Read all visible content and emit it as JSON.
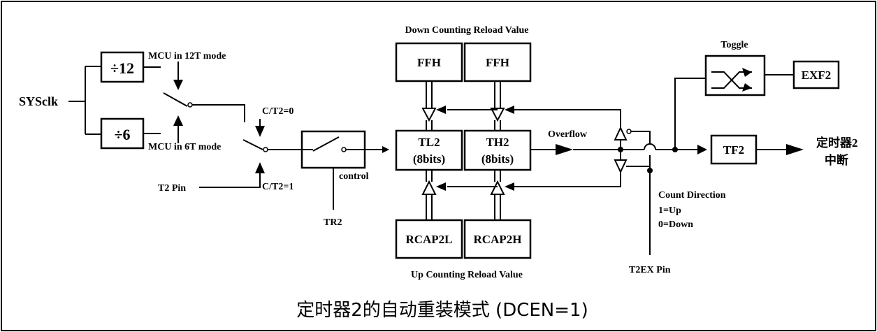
{
  "inputs": {
    "sysclk": "SYSclk",
    "t2_pin": "T2 Pin",
    "tr2": "TR2",
    "t2ex_pin": "T2EX Pin"
  },
  "dividers": {
    "div12": "÷12",
    "div6": "÷6"
  },
  "mode_labels": {
    "mode_12t": "MCU in 12T mode",
    "mode_6t": "MCU in 6T mode"
  },
  "select_labels": {
    "ct2_0": "C/T2=0",
    "ct2_1": "C/T2=1",
    "control": "control"
  },
  "reload": {
    "down_title": "Down Counting Reload Value",
    "up_title": "Up Counting Reload Value",
    "ffh_low": "FFH",
    "ffh_high": "FFH",
    "rcap2l": "RCAP2L",
    "rcap2h": "RCAP2H"
  },
  "registers": {
    "tl2_name": "TL2",
    "tl2_bits": "(8bits)",
    "th2_name": "TH2",
    "th2_bits": "(8bits)"
  },
  "outputs": {
    "overflow": "Overflow",
    "toggle": "Toggle",
    "exf2": "EXF2",
    "tf2": "TF2",
    "interrupt_line1": "定时器2",
    "interrupt_line2": "中断"
  },
  "direction": {
    "title": "Count Direction",
    "up": "1=Up",
    "down": "0=Down"
  },
  "caption": "定时器2的自动重装模式 (DCEN=1)"
}
